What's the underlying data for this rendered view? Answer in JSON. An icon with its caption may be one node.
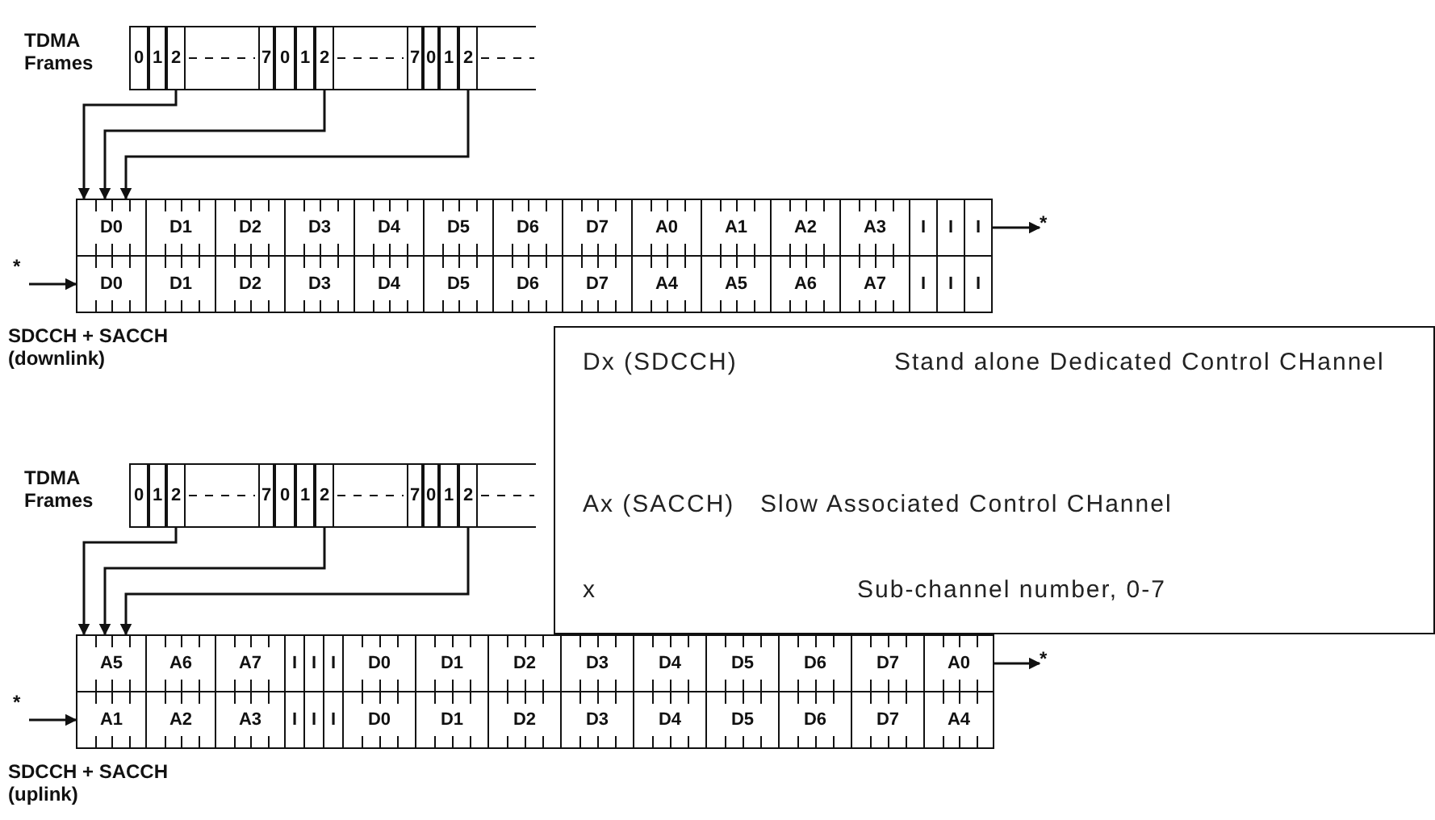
{
  "diagram": {
    "nodes": [
      {
        "text": [
          "TDMA Frames"
        ]
      },
      {
        "text": [
          "0"
        ],
        "in": 0
      },
      {
        "text": [
          "1"
        ],
        "in": 0
      },
      {
        "text": [
          "2"
        ],
        "in": 0
      },
      {
        "text": [
          "7"
        ],
        "in": 0
      },
      {
        "text": [
          "0"
        ],
        "in": 0
      },
      {
        "text": [
          "1"
        ],
        "in": 0
      },
      {
        "text": [
          "2"
        ],
        "in": 0
      },
      {
        "text": [
          "7"
        ],
        "in": 0
      },
      {
        "text": [
          "0"
        ],
        "in": 0
      },
      {
        "text": [
          "1"
        ],
        "in": 0
      },
      {
        "text": [
          "2"
        ],
        "in": 0
      },
      {
        "text": [
          "SDCCH + SACCH (downlink)"
        ]
      },
      {
        "text": [
          "D0"
        ],
        "in": 12
      },
      {
        "text": [
          "D1"
        ],
        "in": 12
      },
      {
        "text": [
          "D2"
        ],
        "in": 12
      },
      {
        "text": [
          "D3"
        ],
        "in": 12
      },
      {
        "text": [
          "D4"
        ],
        "in": 12
      },
      {
        "text": [
          "D5"
        ],
        "in": 12
      },
      {
        "text": [
          "D6"
        ],
        "in": 12
      },
      {
        "text": [
          "D7"
        ],
        "in": 12
      },
      {
        "text": [
          "A0"
        ],
        "in": 12
      },
      {
        "text": [
          "A1"
        ],
        "in": 12
      },
      {
        "text": [
          "A2"
        ],
        "in": 12
      },
      {
        "text": [
          "A3"
        ],
        "in": 12
      },
      {
        "text": [
          "I"
        ],
        "in": 12
      },
      {
        "text": [
          "I"
        ],
        "in": 12
      },
      {
        "text": [
          "I"
        ],
        "in": 12
      },
      {
        "text": [
          "*"
        ]
      },
      {
        "text": [
          "*"
        ]
      },
      {
        "text": [
          "D0"
        ],
        "in": 12
      },
      {
        "text": [
          "D1"
        ],
        "in": 12
      },
      {
        "text": [
          "D2"
        ],
        "in": 12
      },
      {
        "text": [
          "D3"
        ],
        "in": 12
      },
      {
        "text": [
          "D4"
        ],
        "in": 12
      },
      {
        "text": [
          "D5"
        ],
        "in": 12
      },
      {
        "text": [
          "D6"
        ],
        "in": 12
      },
      {
        "text": [
          "D7"
        ],
        "in": 12
      },
      {
        "text": [
          "A4"
        ],
        "in": 12
      },
      {
        "text": [
          "A5"
        ],
        "in": 12
      },
      {
        "text": [
          "A6"
        ],
        "in": 12
      },
      {
        "text": [
          "A7"
        ],
        "in": 12
      },
      {
        "text": [
          "I"
        ],
        "in": 12
      },
      {
        "text": [
          "I"
        ],
        "in": 12
      },
      {
        "text": [
          "I"
        ],
        "in": 12
      },
      {
        "text": [
          "Dx (SDCCH)",
          "Stand alone Dedicated Control CHannel",
          "Ax (SACCH)",
          "Slow Associated Control CHannel",
          "x",
          "Sub-channel number, 0-7"
        ]
      },
      {
        "text": [
          "TDMA Frames"
        ]
      },
      {
        "text": [
          "0"
        ],
        "in": 46
      },
      {
        "text": [
          "1"
        ],
        "in": 46
      },
      {
        "text": [
          "2"
        ],
        "in": 46
      },
      {
        "text": [
          "7"
        ],
        "in": 46
      },
      {
        "text": [
          "0"
        ],
        "in": 46
      },
      {
        "text": [
          "1"
        ],
        "in": 46
      },
      {
        "text": [
          "2"
        ],
        "in": 46
      },
      {
        "text": [
          "7"
        ],
        "in": 46
      },
      {
        "text": [
          "0"
        ],
        "in": 46
      },
      {
        "text": [
          "1"
        ],
        "in": 46
      },
      {
        "text": [
          "2"
        ],
        "in": 46
      },
      {
        "text": [
          "SDCCH + SACCH (uplink)"
        ]
      },
      {
        "text": [
          "A5"
        ],
        "in": 58
      },
      {
        "text": [
          "A6"
        ],
        "in": 58
      },
      {
        "text": [
          "A7"
        ],
        "in": 58
      },
      {
        "text": [
          "I"
        ],
        "in": 58
      },
      {
        "text": [
          "I"
        ],
        "in": 58
      },
      {
        "text": [
          "I"
        ],
        "in": 58
      },
      {
        "text": [
          "D0"
        ],
        "in": 58
      },
      {
        "text": [
          "D1"
        ],
        "in": 58
      },
      {
        "text": [
          "D2"
        ],
        "in": 58
      },
      {
        "text": [
          "D3"
        ],
        "in": 58
      },
      {
        "text": [
          "D4"
        ],
        "in": 58
      },
      {
        "text": [
          "D5"
        ],
        "in": 58
      },
      {
        "text": [
          "D6"
        ],
        "in": 58
      },
      {
        "text": [
          "D7"
        ],
        "in": 58
      },
      {
        "text": [
          "A0"
        ],
        "in": 58
      },
      {
        "text": [
          "*"
        ]
      },
      {
        "text": [
          "*"
        ]
      },
      {
        "text": [
          "A1"
        ],
        "in": 58
      },
      {
        "text": [
          "A2"
        ],
        "in": 58
      },
      {
        "text": [
          "A3"
        ],
        "in": 58
      },
      {
        "text": [
          "I"
        ],
        "in": 58
      },
      {
        "text": [
          "I"
        ],
        "in": 58
      },
      {
        "text": [
          "I"
        ],
        "in": 58
      },
      {
        "text": [
          "D0"
        ],
        "in": 58
      },
      {
        "text": [
          "D1"
        ],
        "in": 58
      },
      {
        "text": [
          "D2"
        ],
        "in": 58
      },
      {
        "text": [
          "D3"
        ],
        "in": 58
      },
      {
        "text": [
          "D4"
        ],
        "in": 58
      },
      {
        "text": [
          "D5"
        ],
        "in": 58
      },
      {
        "text": [
          "D6"
        ],
        "in": 58
      },
      {
        "text": [
          "D7"
        ],
        "in": 58
      },
      {
        "text": [
          "A4"
        ],
        "in": 58
      }
    ],
    "edges": [
      {
        "from": 3,
        "to": 13,
        "arrow": "to"
      },
      {
        "from": 7,
        "to": 13,
        "arrow": "to"
      },
      {
        "from": 11,
        "to": 13,
        "arrow": "to"
      },
      {
        "from": 27,
        "to": 28,
        "arrow": "to"
      },
      {
        "from": 29,
        "to": 30,
        "arrow": "to"
      },
      {
        "from": 49,
        "to": 59,
        "arrow": "to"
      },
      {
        "from": 53,
        "to": 59,
        "arrow": "to"
      },
      {
        "from": 57,
        "to": 59,
        "arrow": "to"
      },
      {
        "from": 73,
        "to": 74,
        "arrow": "to"
      },
      {
        "from": 75,
        "to": 76,
        "arrow": "to"
      }
    ]
  }
}
